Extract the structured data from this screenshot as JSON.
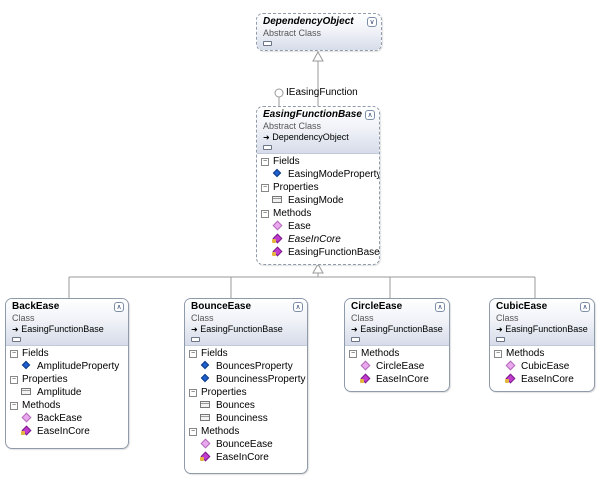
{
  "interface_label": "IEasingFunction",
  "classes": {
    "dependency_object": {
      "name": "DependencyObject",
      "kind": "Abstract Class"
    },
    "easing_function_base": {
      "name": "EasingFunctionBase",
      "kind": "Abstract Class",
      "base": "DependencyObject",
      "sections": [
        {
          "title": "Fields",
          "members": [
            {
              "name": "EasingModeProperty",
              "icon": "field-icon"
            }
          ]
        },
        {
          "title": "Properties",
          "members": [
            {
              "name": "EasingMode",
              "icon": "property-icon"
            }
          ]
        },
        {
          "title": "Methods",
          "members": [
            {
              "name": "Ease",
              "icon": "method-icon"
            },
            {
              "name": "EaseInCore",
              "icon": "method-icon",
              "italic": true
            },
            {
              "name": "EasingFunctionBase",
              "icon": "method-icon"
            }
          ]
        }
      ]
    },
    "back_ease": {
      "name": "BackEase",
      "kind": "Class",
      "base": "EasingFunctionBase",
      "sections": [
        {
          "title": "Fields",
          "members": [
            {
              "name": "AmplitudeProperty",
              "icon": "field-icon"
            }
          ]
        },
        {
          "title": "Properties",
          "members": [
            {
              "name": "Amplitude",
              "icon": "property-icon"
            }
          ]
        },
        {
          "title": "Methods",
          "members": [
            {
              "name": "BackEase",
              "icon": "method-icon"
            },
            {
              "name": "EaseInCore",
              "icon": "method-icon"
            }
          ]
        }
      ]
    },
    "bounce_ease": {
      "name": "BounceEase",
      "kind": "Class",
      "base": "EasingFunctionBase",
      "sections": [
        {
          "title": "Fields",
          "members": [
            {
              "name": "BouncesProperty",
              "icon": "field-icon"
            },
            {
              "name": "BouncinessProperty",
              "icon": "field-icon"
            }
          ]
        },
        {
          "title": "Properties",
          "members": [
            {
              "name": "Bounces",
              "icon": "property-icon"
            },
            {
              "name": "Bounciness",
              "icon": "property-icon"
            }
          ]
        },
        {
          "title": "Methods",
          "members": [
            {
              "name": "BounceEase",
              "icon": "method-icon"
            },
            {
              "name": "EaseInCore",
              "icon": "method-icon"
            }
          ]
        }
      ]
    },
    "circle_ease": {
      "name": "CircleEase",
      "kind": "Class",
      "base": "EasingFunctionBase",
      "sections": [
        {
          "title": "Methods",
          "members": [
            {
              "name": "CircleEase",
              "icon": "method-icon"
            },
            {
              "name": "EaseInCore",
              "icon": "method-icon"
            }
          ]
        }
      ]
    },
    "cubic_ease": {
      "name": "CubicEase",
      "kind": "Class",
      "base": "EasingFunctionBase",
      "sections": [
        {
          "title": "Methods",
          "members": [
            {
              "name": "CubicEase",
              "icon": "method-icon"
            },
            {
              "name": "EaseInCore",
              "icon": "method-icon"
            }
          ]
        }
      ]
    }
  },
  "colors": {
    "border": "#8f9aab",
    "connector": "#9a9a9a"
  }
}
